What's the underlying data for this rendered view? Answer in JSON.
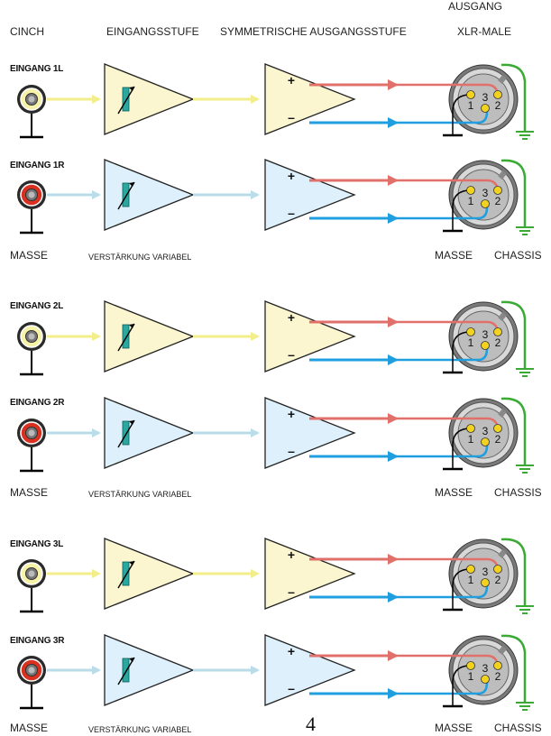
{
  "headers": {
    "cinch": "CINCH",
    "eingangsstufe": "EINGANGSSTUFE",
    "symmetrisch": "SYMMETRISCHE AUSGANGSSTUFE",
    "ausgang": "AUSGANG",
    "xlr": "XLR-MALE"
  },
  "channels": [
    {
      "label": "EINGANG 1L",
      "side": "L"
    },
    {
      "label": "EINGANG 1R",
      "side": "R"
    },
    {
      "label": "EINGANG 2L",
      "side": "L"
    },
    {
      "label": "EINGANG 2R",
      "side": "R"
    },
    {
      "label": "EINGANG 3L",
      "side": "L"
    },
    {
      "label": "EINGANG 3R",
      "side": "R"
    }
  ],
  "footers": [
    {
      "masse": "MASSE",
      "gain": "VERSTÄRKUNG VARIABEL",
      "masse2": "MASSE",
      "chassis": "CHASSIS"
    },
    {
      "masse": "MASSE",
      "gain": "VERSTÄRKUNG VARIABEL",
      "masse2": "MASSE",
      "chassis": "CHASSIS"
    },
    {
      "masse": "MASSE",
      "gain": "VERSTÄRKUNG VARIABEL",
      "masse2": "MASSE",
      "chassis": "CHASSIS"
    }
  ],
  "pins": {
    "p1": "1",
    "p2": "2",
    "p3": "3"
  },
  "signs": {
    "plus": "+",
    "minus": "–"
  },
  "page_number": "4",
  "colors": {
    "left_fill": "#fbf6cf",
    "right_fill": "#ddf0fb",
    "left_wire": "#f2ee8a",
    "right_wire": "#b8dce8",
    "pos_wire": "#e2706a",
    "neg_wire": "#1f9fe0",
    "ground_wire": "#3aaa35",
    "pot": "#2aa8a0"
  }
}
